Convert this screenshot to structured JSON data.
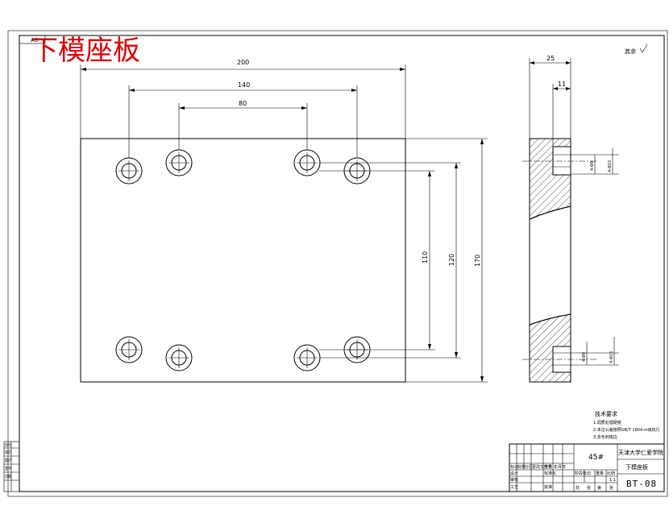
{
  "sheet": {
    "size": "A0",
    "title": "下模座板",
    "roughness": "其余"
  },
  "dimensions": {
    "overall_width": "200",
    "outer_hole_spacing": "140",
    "inner_hole_spacing": "80",
    "side_thickness": "25",
    "counterbore_depth": "11",
    "vertical_110": "110",
    "vertical_120": "120",
    "vertical_170": "170",
    "bolt_callout_top": "4-Φ15",
    "bolt_callout_top_small": "4-Φ9",
    "bolt_callout_bottom": "4-Φ15",
    "bolt_callout_bottom_small": "4-Φ9"
  },
  "tech_requirements": {
    "heading": "技术要求",
    "items": [
      "1.调质处理硬度",
      "2.未注公差按照GB/T 1804-m级执行",
      "3.去毛刺锐边"
    ]
  },
  "title_block": {
    "material": "45#",
    "school": "天津大学仁爱学院",
    "part_name": "下模座板",
    "drawing_no": "BT-08",
    "scale": "1:1",
    "row_labels": [
      "标记",
      "处数",
      "分区",
      "更改文件号",
      "签名",
      "年月日"
    ],
    "role_labels": [
      "设计",
      "审核",
      "工艺",
      "标准化",
      "批准"
    ],
    "stage_labels": [
      "阶段标记",
      "重量",
      "比例"
    ],
    "sheet_labels": [
      "共",
      "张",
      "第",
      "张"
    ]
  },
  "left_strip": [
    "借(通)用件登记",
    "旧底图总号",
    "底图总号",
    "签字",
    "日期"
  ]
}
